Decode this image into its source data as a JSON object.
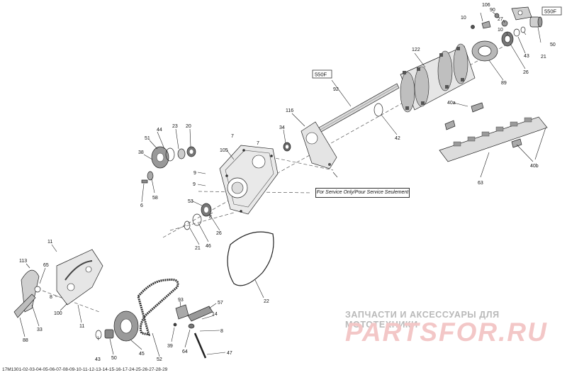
{
  "callouts": [
    "550F",
    "550F"
  ],
  "service_note": "For Service Only/Pour Service Seulement",
  "footer_code": "17M1301-02-03-04-05-06-07-08-09-10-11-12-13-14-15-16-17-24-25-26-27-28-29",
  "watermark": {
    "tagline": "ЗАПЧАСТИ И АКСЕССУАРЫ ДЛЯ МОТОТЕХНИКИ",
    "logo": "PARTSFOR.RU"
  },
  "part_labels": [
    "106",
    "90",
    "27",
    "10",
    "10",
    "43",
    "21",
    "50",
    "26",
    "89",
    "122",
    "92",
    "42",
    "40a",
    "40b",
    "63",
    "116",
    "34",
    "7",
    "7",
    "105",
    "44",
    "23",
    "20",
    "51",
    "38",
    "9",
    "9",
    "58",
    "6",
    "53",
    "8",
    "46",
    "21",
    "26",
    "11",
    "113",
    "65",
    "8",
    "100",
    "11",
    "33",
    "88",
    "93",
    "57",
    "14",
    "8",
    "39",
    "64",
    "43",
    "50",
    "45",
    "52",
    "22",
    "47"
  ]
}
